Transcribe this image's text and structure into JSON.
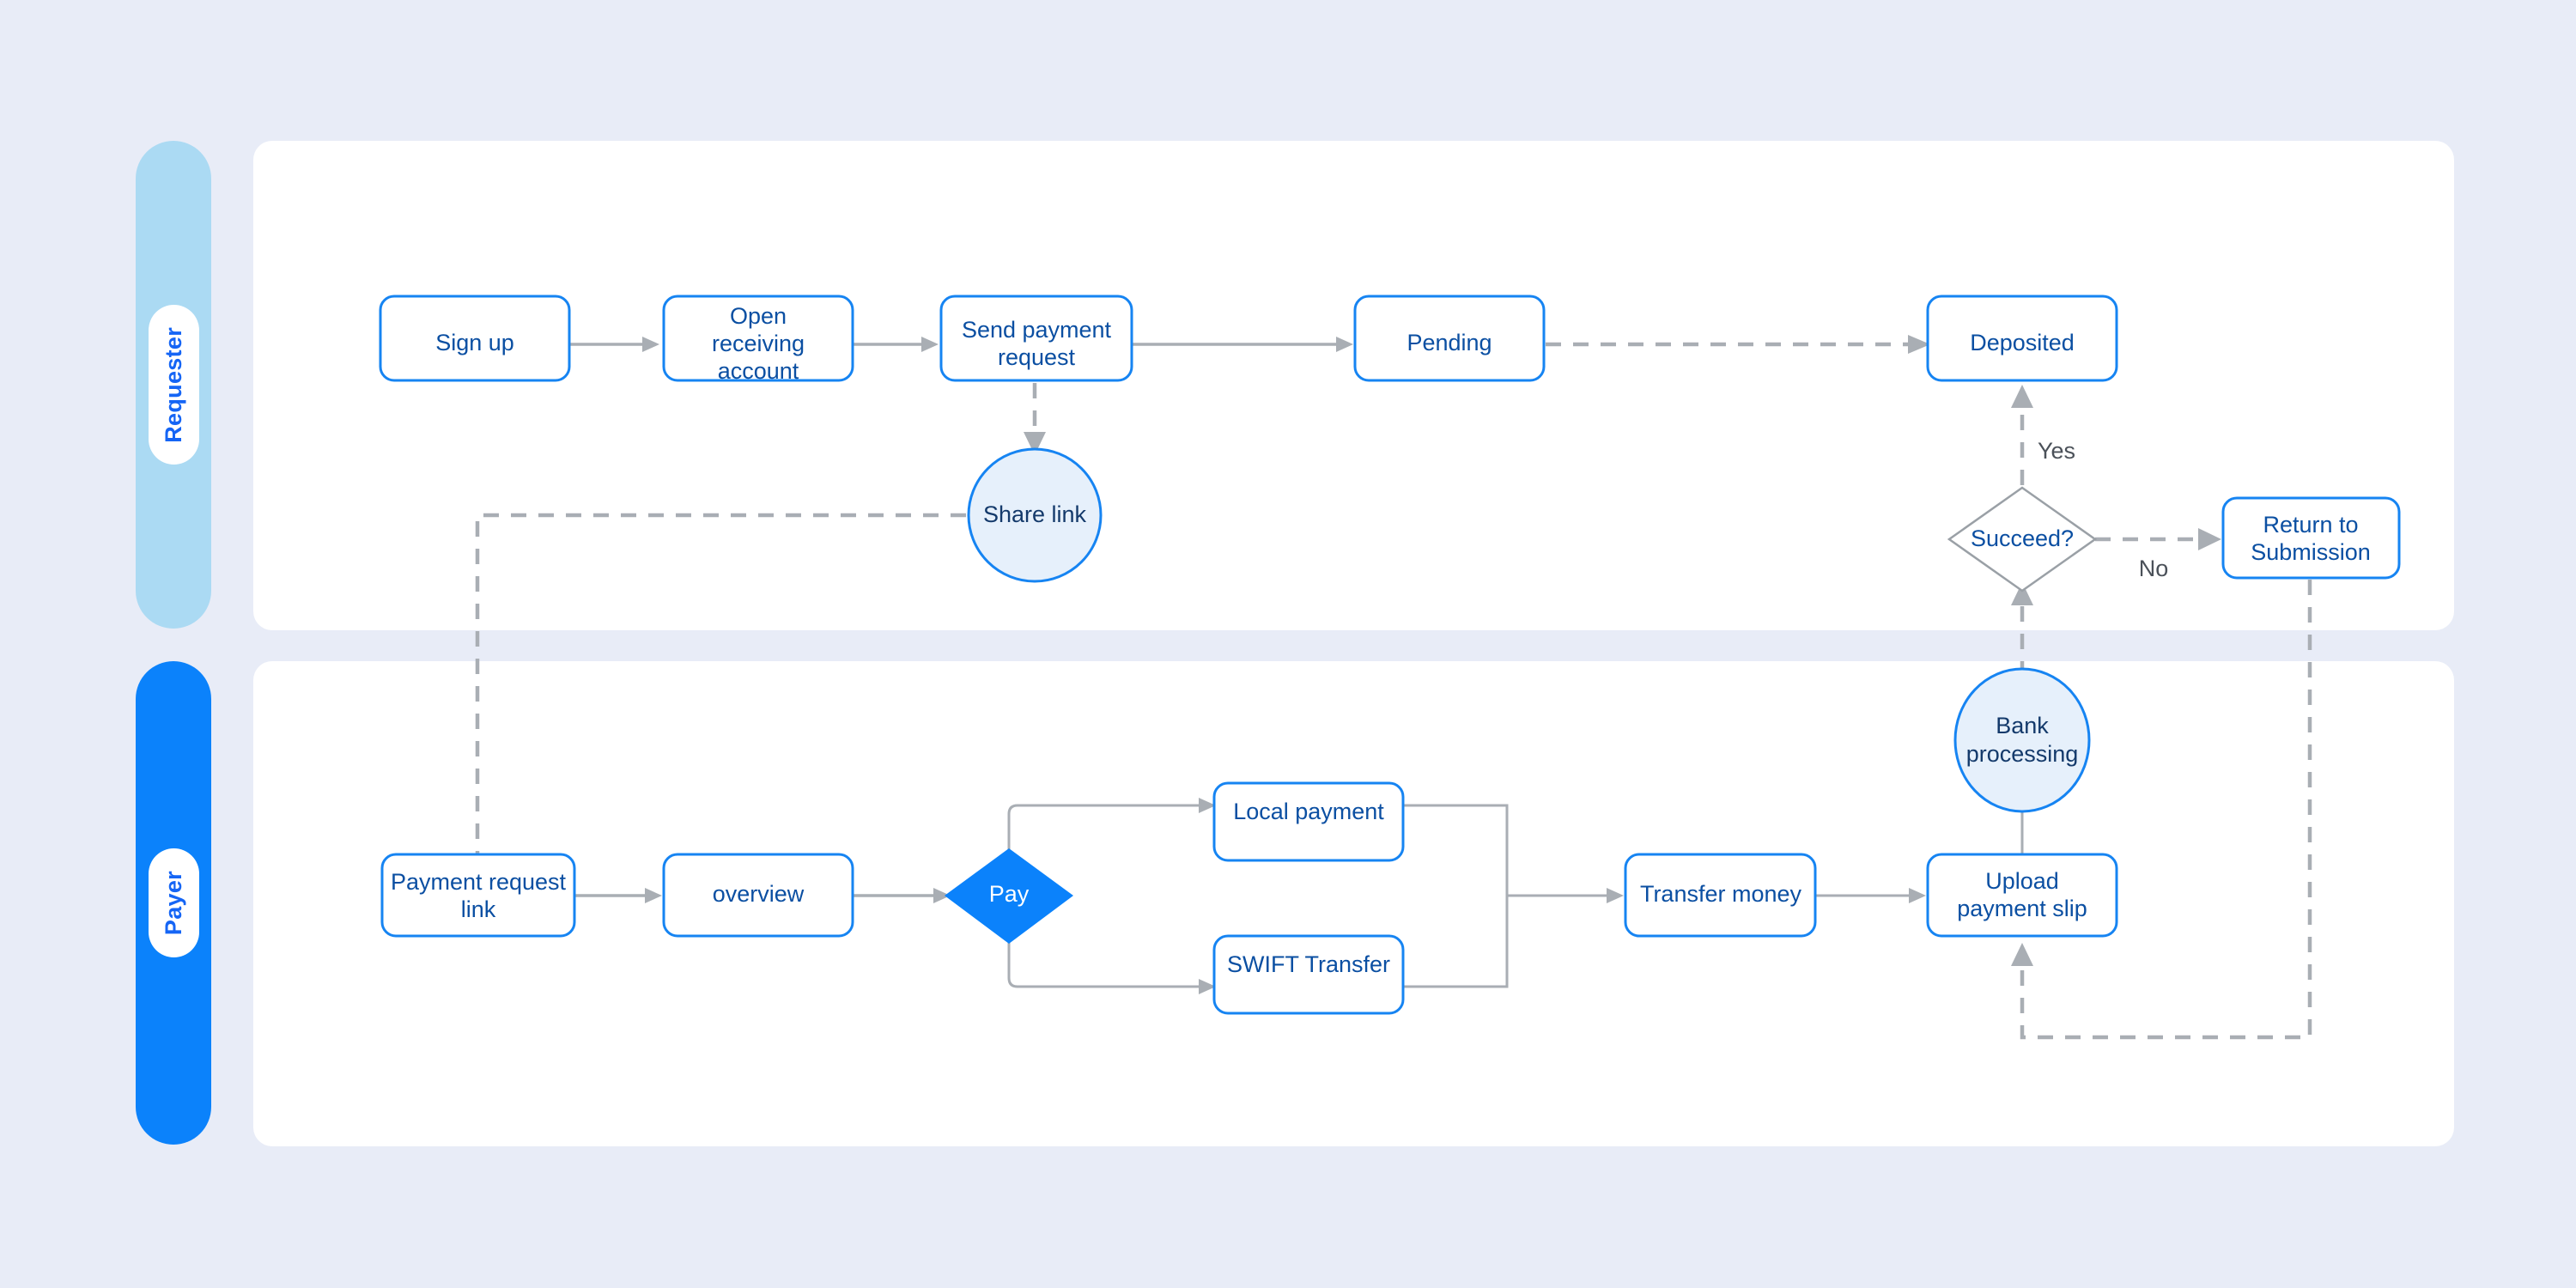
{
  "diagram": {
    "title": "Payment request swimlane flow",
    "background_color": "#e8ecf7",
    "accent_color": "#0b82fb",
    "lanes": [
      {
        "id": "requester",
        "label": "Requester",
        "bar_color": "#abdaf3"
      },
      {
        "id": "payer",
        "label": "Payer",
        "bar_color": "#0b82fb"
      }
    ],
    "nodes": [
      {
        "id": "sign-up",
        "label": "Sign up",
        "lane": "requester",
        "shape": "process"
      },
      {
        "id": "open-receiving-account",
        "label": "Open\nreceiving\naccount",
        "lane": "requester",
        "shape": "process"
      },
      {
        "id": "send-payment-request",
        "label": "Send payment\nrequest",
        "lane": "requester",
        "shape": "process"
      },
      {
        "id": "pending",
        "label": "Pending",
        "lane": "requester",
        "shape": "process"
      },
      {
        "id": "deposited",
        "label": "Deposited",
        "lane": "requester",
        "shape": "process"
      },
      {
        "id": "share-link",
        "label": "Share link",
        "lane": "requester",
        "shape": "circle"
      },
      {
        "id": "succeed",
        "label": "Succeed?",
        "lane": "requester",
        "shape": "decision"
      },
      {
        "id": "return-to-submission",
        "label": "Return to\nSubmission",
        "lane": "requester",
        "shape": "process"
      },
      {
        "id": "payment-request-link",
        "label": "Payment request\nlink",
        "lane": "payer",
        "shape": "process"
      },
      {
        "id": "overview",
        "label": "overview",
        "lane": "payer",
        "shape": "process"
      },
      {
        "id": "pay",
        "label": "Pay",
        "lane": "payer",
        "shape": "decision-solid"
      },
      {
        "id": "local-payment",
        "label": "Local payment",
        "lane": "payer",
        "shape": "process"
      },
      {
        "id": "swift-transfer",
        "label": "SWIFT Transfer",
        "lane": "payer",
        "shape": "process"
      },
      {
        "id": "transfer-money",
        "label": "Transfer money",
        "lane": "payer",
        "shape": "process"
      },
      {
        "id": "upload-payment-slip",
        "label": "Upload\npayment slip",
        "lane": "payer",
        "shape": "process"
      },
      {
        "id": "bank-processing",
        "label": "Bank\nprocessing",
        "lane": "payer",
        "shape": "circle"
      }
    ],
    "node_labels": {
      "sign_up": "Sign up",
      "open_receiving_account_l1": "Open",
      "open_receiving_account_l2": "receiving",
      "open_receiving_account_l3": "account",
      "send_payment_request_l1": "Send payment",
      "send_payment_request_l2": "request",
      "pending": "Pending",
      "deposited": "Deposited",
      "share_link": "Share link",
      "succeed": "Succeed?",
      "return_to_submission_l1": "Return to",
      "return_to_submission_l2": "Submission",
      "payment_request_link_l1": "Payment request",
      "payment_request_link_l2": "link",
      "overview": "overview",
      "pay": "Pay",
      "local_payment": "Local payment",
      "swift_transfer": "SWIFT Transfer",
      "transfer_money": "Transfer money",
      "upload_payment_slip_l1": "Upload",
      "upload_payment_slip_l2": "payment slip",
      "bank_processing_l1": "Bank",
      "bank_processing_l2": "processing"
    },
    "edge_labels": {
      "yes": "Yes",
      "no": "No"
    },
    "edges": [
      {
        "from": "sign-up",
        "to": "open-receiving-account",
        "style": "solid"
      },
      {
        "from": "open-receiving-account",
        "to": "send-payment-request",
        "style": "solid"
      },
      {
        "from": "send-payment-request",
        "to": "pending",
        "style": "solid"
      },
      {
        "from": "send-payment-request",
        "to": "share-link",
        "style": "dashed"
      },
      {
        "from": "pending",
        "to": "deposited",
        "style": "dashed"
      },
      {
        "from": "share-link",
        "to": "payment-request-link",
        "style": "dashed"
      },
      {
        "from": "payment-request-link",
        "to": "overview",
        "style": "solid"
      },
      {
        "from": "overview",
        "to": "pay",
        "style": "solid"
      },
      {
        "from": "pay",
        "to": "local-payment",
        "style": "solid"
      },
      {
        "from": "pay",
        "to": "swift-transfer",
        "style": "solid"
      },
      {
        "from": "local-payment",
        "to": "transfer-money",
        "style": "solid"
      },
      {
        "from": "swift-transfer",
        "to": "transfer-money",
        "style": "solid"
      },
      {
        "from": "transfer-money",
        "to": "upload-payment-slip",
        "style": "solid"
      },
      {
        "from": "upload-payment-slip",
        "to": "bank-processing",
        "style": "solid"
      },
      {
        "from": "bank-processing",
        "to": "succeed",
        "style": "dashed"
      },
      {
        "from": "succeed",
        "to": "deposited",
        "style": "dashed",
        "label": "Yes"
      },
      {
        "from": "succeed",
        "to": "return-to-submission",
        "style": "dashed",
        "label": "No"
      },
      {
        "from": "return-to-submission",
        "to": "upload-payment-slip",
        "style": "dashed"
      }
    ]
  }
}
